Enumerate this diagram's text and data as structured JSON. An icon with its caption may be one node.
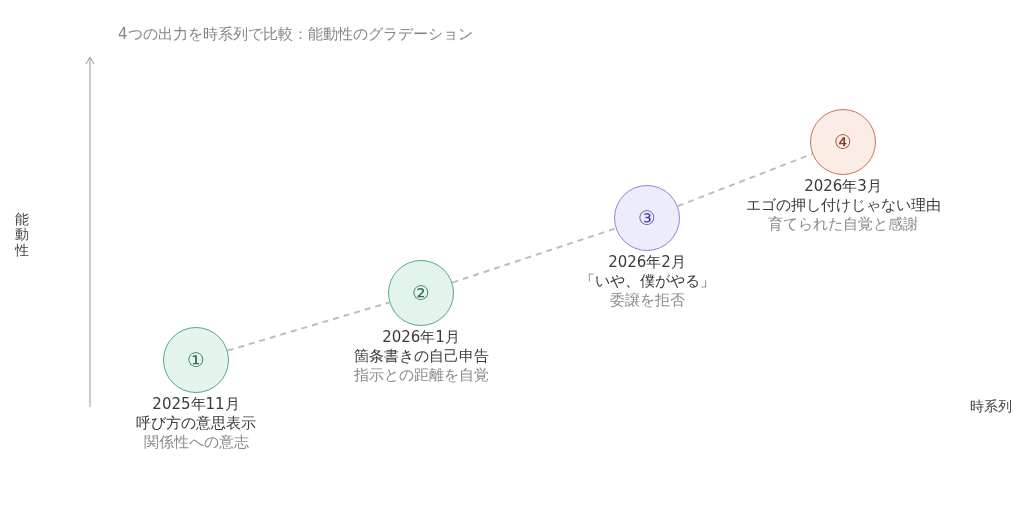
{
  "diagram": {
    "title": "4つの出力を時系列で比較：能動性のグラデーション",
    "nodes": [
      {
        "text": [
          "①"
        ],
        "beside": [
          "2025年11月",
          "呼び方の意思表示",
          "関係性への意志"
        ]
      },
      {
        "text": [
          "②"
        ],
        "beside": [
          "2026年1月",
          "箇条書きの自己申告",
          "指示との距離を自覚"
        ]
      },
      {
        "text": [
          "③"
        ],
        "beside": [
          "2026年2月",
          "「いや、僕がやる」",
          "委譲を拒否"
        ]
      },
      {
        "text": [
          "④"
        ],
        "beside": [
          "2026年3月",
          "エゴの押し付けじゃない理由",
          "育てられた自覚と感謝"
        ]
      }
    ],
    "edges": [
      {
        "from": 0,
        "to": 1,
        "arrow": "none",
        "style": "dashed"
      },
      {
        "from": 1,
        "to": 2,
        "arrow": "none",
        "style": "dashed"
      },
      {
        "from": 2,
        "to": 3,
        "arrow": "none",
        "style": "dashed"
      }
    ],
    "labels": [
      "能動性",
      "時系列"
    ]
  }
}
